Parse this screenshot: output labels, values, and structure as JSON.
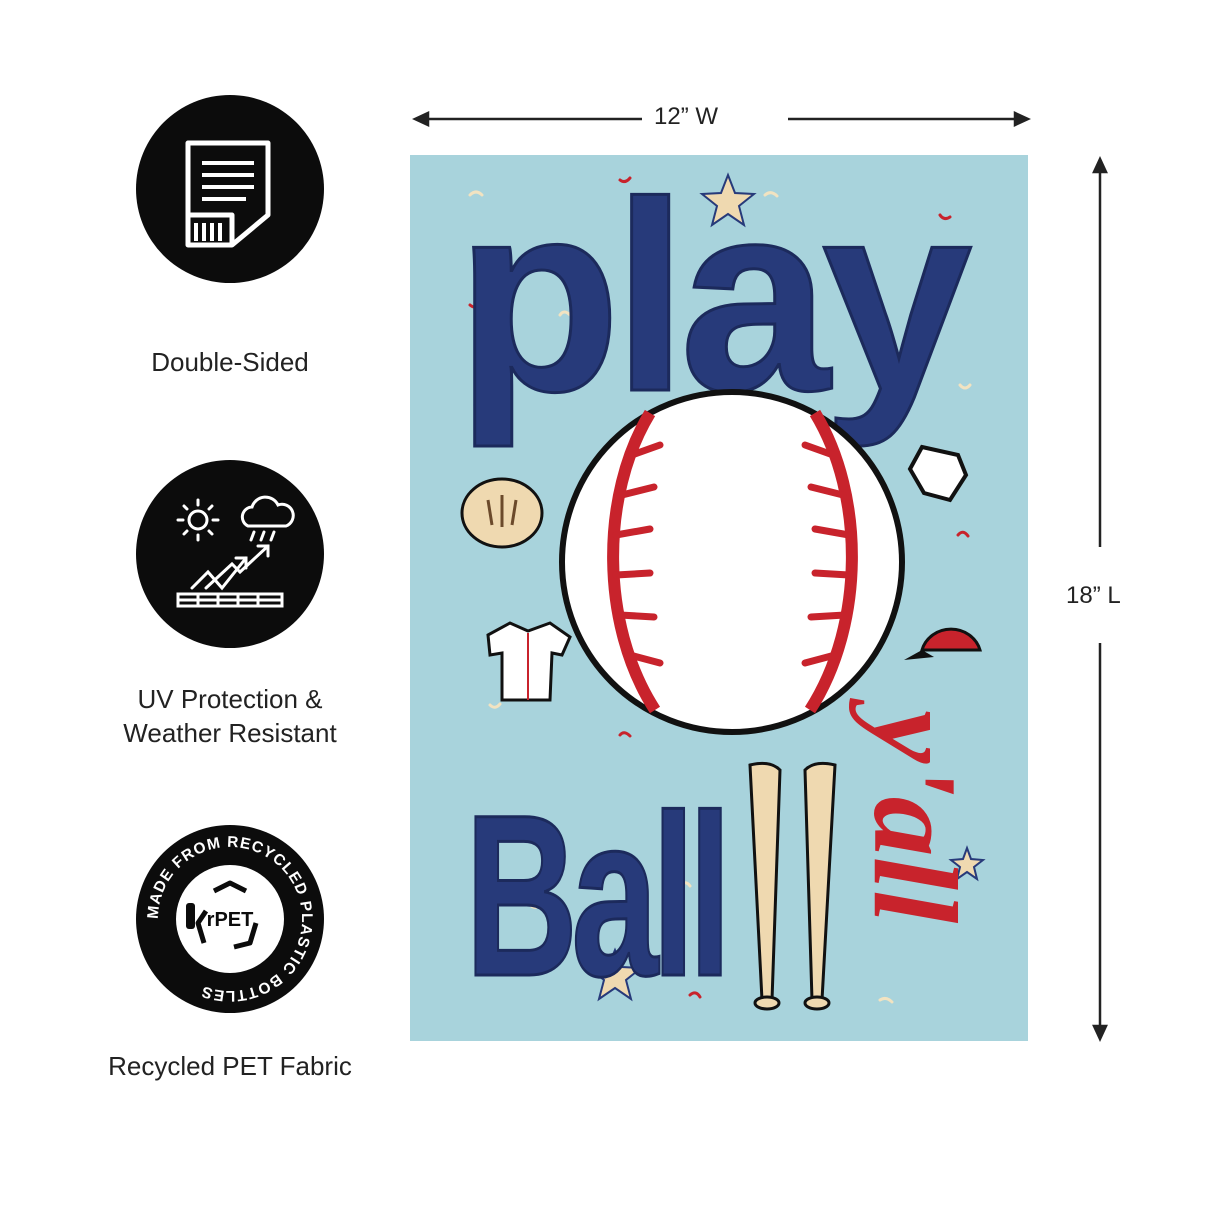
{
  "features": [
    {
      "label": "Double-Sided",
      "icon": "double-sided-icon"
    },
    {
      "label": "UV Protection &\nWeather Resistant",
      "icon": "uv-weather-icon"
    },
    {
      "label": "Recycled PET Fabric",
      "icon": "recycled-pet-icon"
    }
  ],
  "recycled_badge": {
    "ring_text": "MADE FROM RECYCLED PLASTIC BOTTLES",
    "center_text": "rPET"
  },
  "dimensions": {
    "width_label": "12” W",
    "length_label": "18” L"
  },
  "flag": {
    "line1": "play",
    "line2": "Ball",
    "line3": "y'all"
  },
  "colors": {
    "flag_background": "#a8d3dc",
    "navy": "#273a7a",
    "red": "#c8232c",
    "badge": "#0c0c0c"
  }
}
